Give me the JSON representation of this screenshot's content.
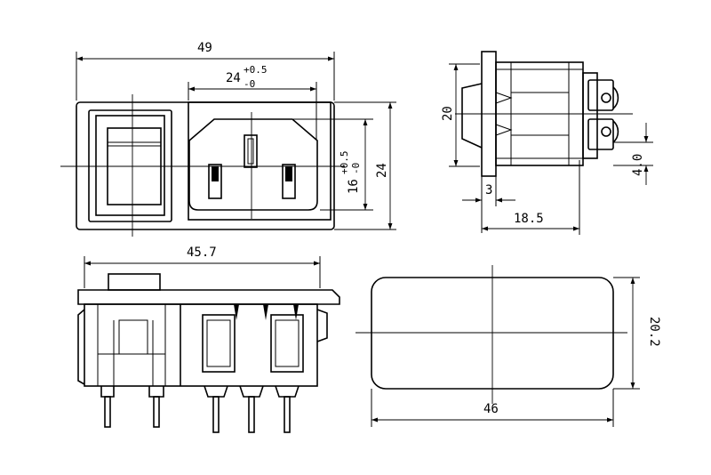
{
  "dimensions": {
    "front_width": "49",
    "socket_width": "24",
    "socket_width_tol_upper": "+0.5",
    "socket_width_tol_lower": "-0",
    "socket_height": "16",
    "socket_height_tol_upper": "+0.5",
    "socket_height_tol_lower": "-0",
    "front_height": "24",
    "side_height": "20",
    "flange_thickness": "3",
    "side_depth": "18.5",
    "terminal_offset": "4.0",
    "body_width": "45.7",
    "cutout_width": "46",
    "cutout_height": "20.2"
  }
}
